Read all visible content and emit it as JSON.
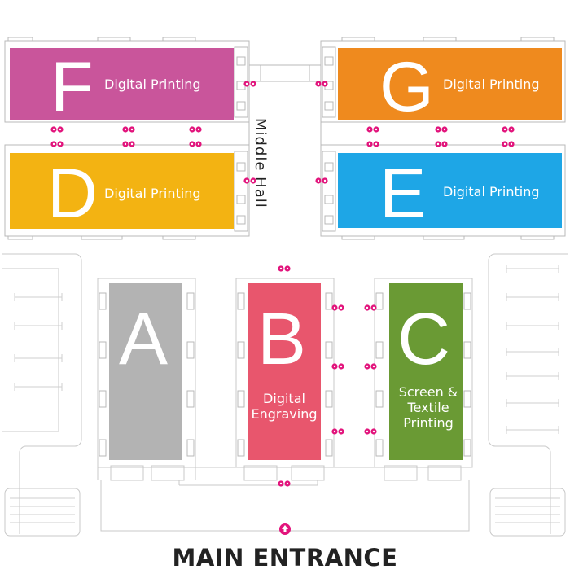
{
  "halls": {
    "F": {
      "letter": "F",
      "label": "Digital Printing",
      "color": "#c9559b"
    },
    "G": {
      "letter": "G",
      "label": "Digital Printing",
      "color": "#ef8a1e"
    },
    "D": {
      "letter": "D",
      "label": "Digital Printing",
      "color": "#f3b312"
    },
    "E": {
      "letter": "E",
      "label": "Digital Printing",
      "color": "#1ea6e6"
    },
    "A": {
      "letter": "A",
      "label": "",
      "color": "#b3b3b3"
    },
    "B": {
      "letter": "B",
      "label_line1": "Digital",
      "label_line2": "Engraving",
      "color": "#e8566d"
    },
    "C": {
      "letter": "C",
      "label_line1": "Screen &",
      "label_line2": "Textile",
      "label_line3": "Printing",
      "color": "#6a9a34"
    }
  },
  "middle_hall": "Middle Hall",
  "main_entrance": "MAIN ENTRANCE",
  "colors": {
    "outline": "#b9b9b9",
    "marker": "#e2147c",
    "text_dark": "#222222"
  },
  "icons": [
    "restroom-marker-icon",
    "entrance-arrow-icon"
  ]
}
